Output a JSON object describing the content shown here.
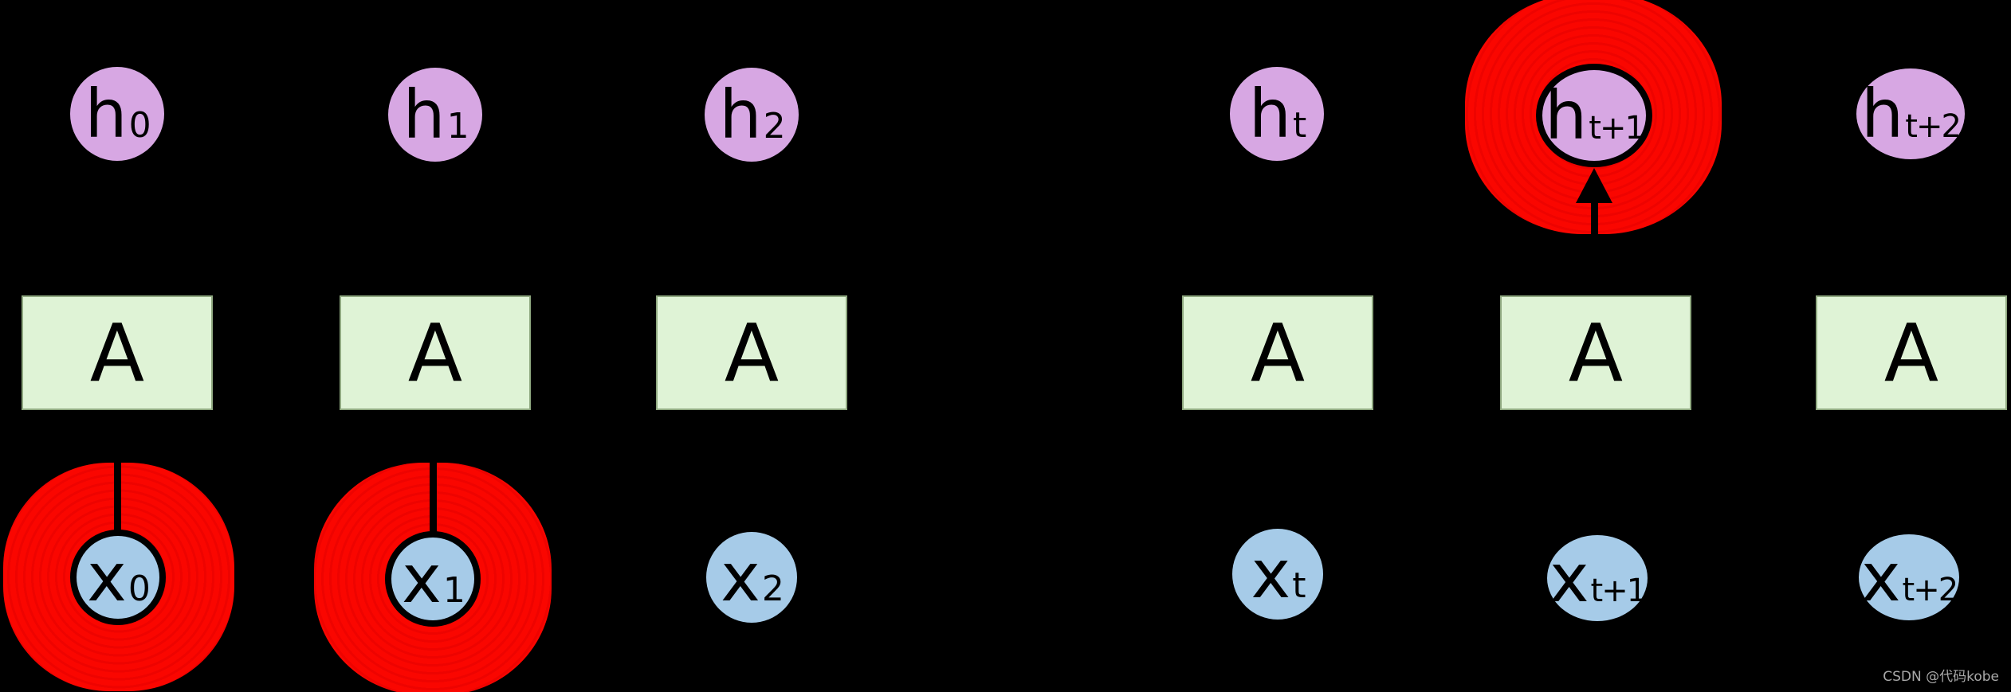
{
  "diagram": {
    "type": "unrolled-rnn-diagram",
    "background_color": "#000000",
    "colors": {
      "hidden_node_fill": "#d7a7e3",
      "input_node_fill": "#a6cbe8",
      "cell_fill": "#dff3d6",
      "cell_border": "#8fa880",
      "annotation_red": "#fa0600",
      "connector_black": "#000000",
      "label_text": "#000000",
      "watermark_text": "#a8a8a8"
    },
    "hidden_nodes": [
      {
        "main": "h",
        "sub": "0"
      },
      {
        "main": "h",
        "sub": "1"
      },
      {
        "main": "h",
        "sub": "2"
      },
      {
        "main": "h",
        "sub": "t"
      },
      {
        "main": "h",
        "sub": "t+1",
        "highlighted": "red-circle-annotation"
      },
      {
        "main": "h",
        "sub": "t+2"
      }
    ],
    "cell_labels": [
      "A",
      "A",
      "A",
      "A",
      "A",
      "A"
    ],
    "input_nodes": [
      {
        "main": "x",
        "sub": "0",
        "highlighted": "red-circle-annotation"
      },
      {
        "main": "x",
        "sub": "1",
        "highlighted": "red-circle-annotation"
      },
      {
        "main": "x",
        "sub": "2"
      },
      {
        "main": "x",
        "sub": "t"
      },
      {
        "main": "x",
        "sub": "t+1"
      },
      {
        "main": "x",
        "sub": "t+2"
      }
    ],
    "watermark": "CSDN @代码kobe"
  }
}
